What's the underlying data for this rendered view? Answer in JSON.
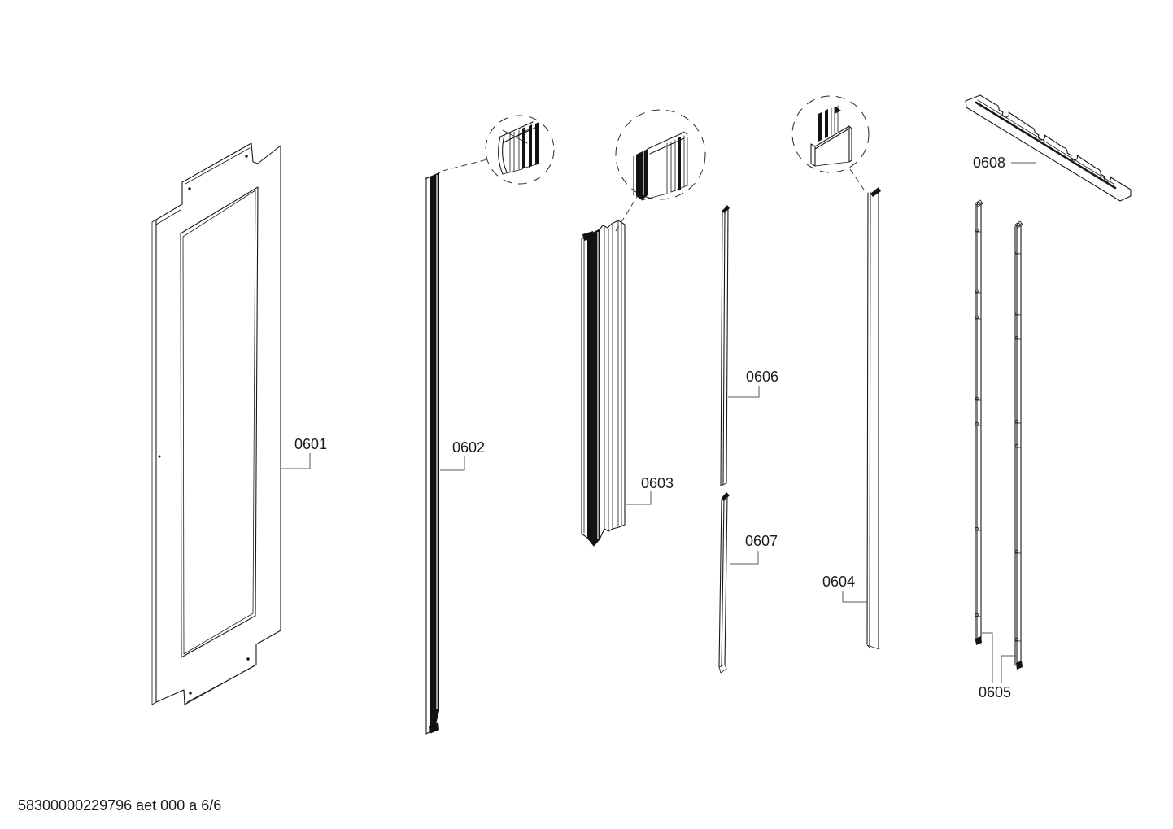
{
  "page": {
    "background": "#ffffff",
    "line_color": "#1a1a1a"
  },
  "footer": {
    "doc_ref": "58300000229796 aet 000 a 6/6"
  },
  "parts": [
    {
      "label": "0601"
    },
    {
      "label": "0602"
    },
    {
      "label": "0603"
    },
    {
      "label": "0604"
    },
    {
      "label": "0605"
    },
    {
      "label": "0606"
    },
    {
      "label": "0607"
    },
    {
      "label": "0608"
    }
  ]
}
